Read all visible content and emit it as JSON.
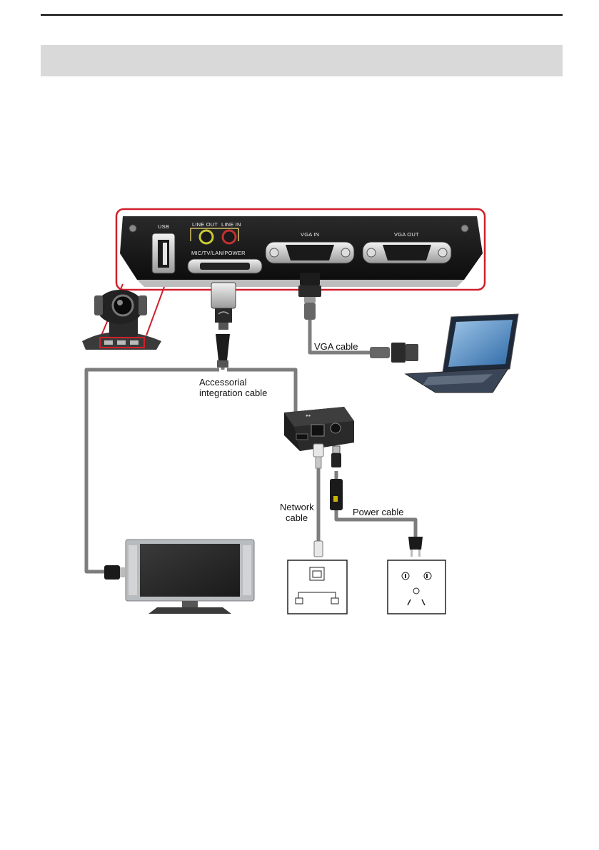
{
  "header": {
    "title": ""
  },
  "device_panel": {
    "ports": {
      "usb": "USB",
      "line_out": "LINE OUT",
      "line_in": "LINE IN",
      "mic_tv_lan_power": "MIC/TV/LAN/POWER",
      "vga_in": "VGA IN",
      "vga_out": "VGA OUT"
    },
    "highlight_color": "#d0202c"
  },
  "labels": {
    "vga_cable": "VGA cable",
    "accessorial_line1": "Accessorial",
    "accessorial_line2": "integration cable",
    "network_line1": "Network",
    "network_line2": "cable",
    "power_cable": "Power cable"
  },
  "icons": [
    "camera-icon",
    "laptop-icon",
    "tv-icon",
    "network-socket-icon",
    "power-socket-icon",
    "adapter-box-icon",
    "vga-plug-icon",
    "rj45-plug-icon",
    "power-plug-icon"
  ]
}
